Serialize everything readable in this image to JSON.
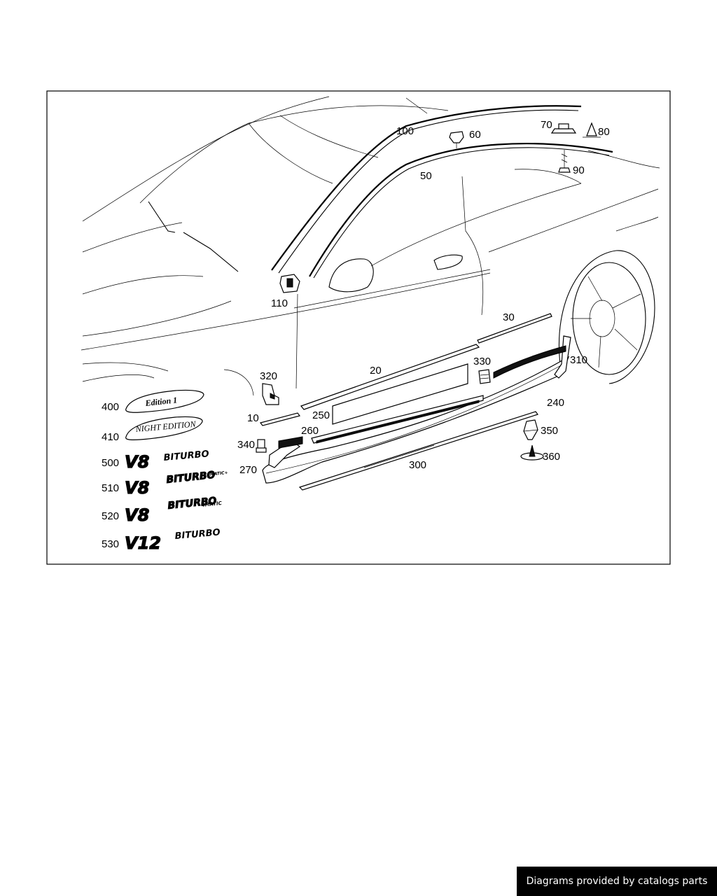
{
  "diagram": {
    "callouts": [
      "10",
      "20",
      "30",
      "50",
      "60",
      "70",
      "80",
      "90",
      "100",
      "110",
      "240",
      "250",
      "260",
      "270",
      "300",
      "310",
      "320",
      "330",
      "340",
      "350",
      "360",
      "400",
      "410",
      "500",
      "510",
      "520",
      "530"
    ],
    "badges": {
      "edition1": "Edition 1",
      "night_edition": "NIGHT EDITION",
      "v8": "V8",
      "v12": "V12",
      "biturbo": "BITURBO",
      "matic": "4MATIC",
      "matic_plus": "4MATIC+"
    }
  },
  "footer": {
    "text": "Diagrams provided by catalogs parts"
  }
}
